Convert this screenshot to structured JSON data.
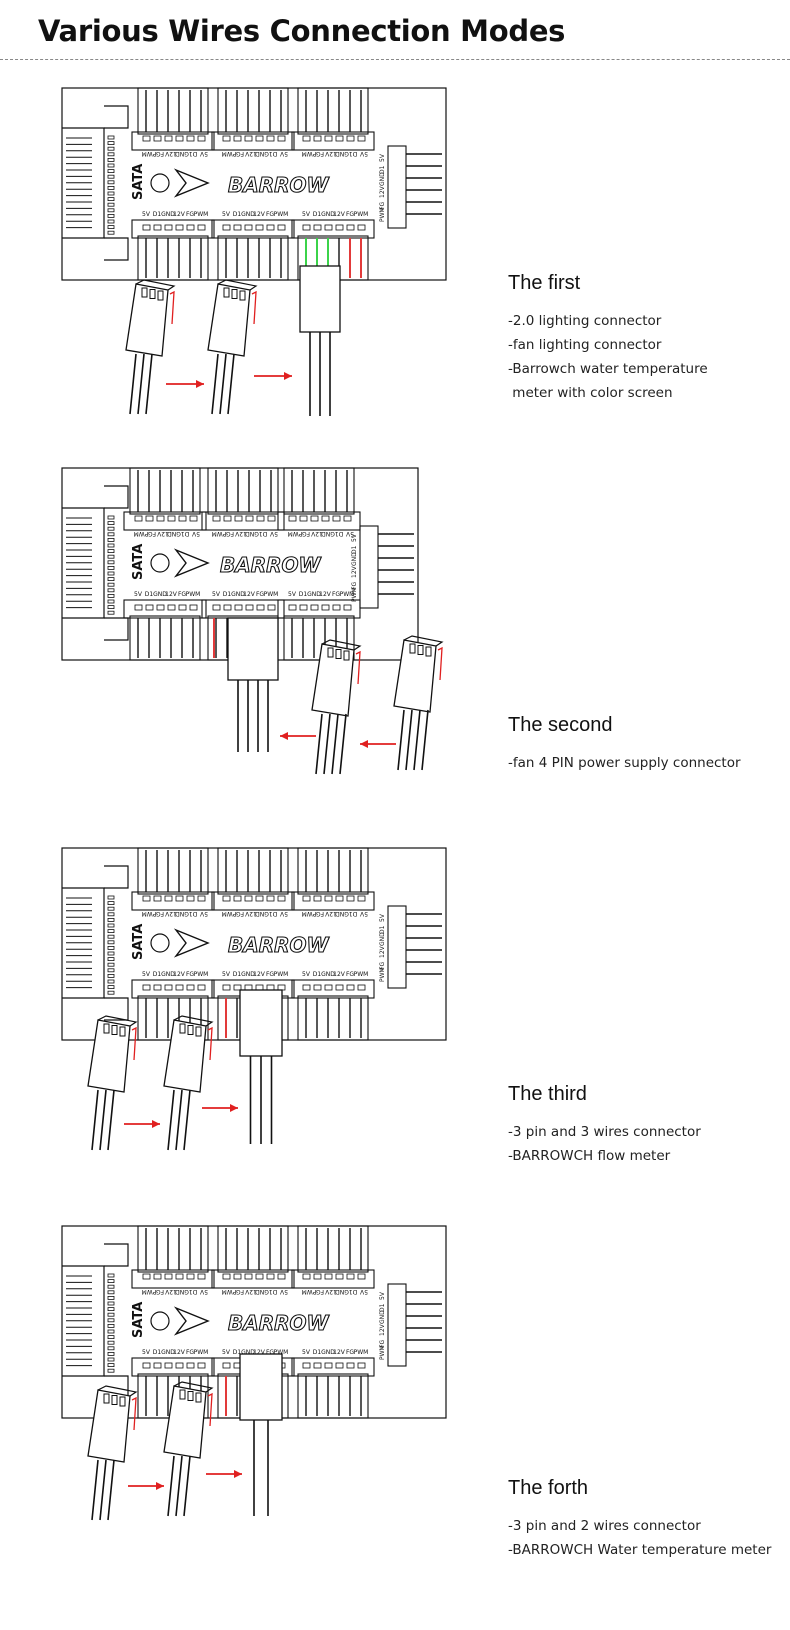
{
  "page": {
    "title": "Various Wires Connection Modes"
  },
  "board": {
    "sata_label": "SATA",
    "brand_label": "BARROW",
    "pin_labels": [
      "5V",
      "D1",
      "GND",
      "12V",
      "FG",
      "PWM"
    ]
  },
  "sections": [
    {
      "title": "The first",
      "lines": [
        "-2.0 lighting connector",
        "-fan lighting connector",
        "-Barrowch water temperature",
        " meter with color screen"
      ]
    },
    {
      "title": "The second",
      "lines": [
        "-fan 4 PIN power supply connector"
      ]
    },
    {
      "title": "The third",
      "lines": [
        "-3 pin and 3 wires connector",
        "-BARROWCH flow meter"
      ]
    },
    {
      "title": "The forth",
      "lines": [
        "-3 pin and 2 wires connector",
        "-BARROWCH Water temperature meter"
      ]
    }
  ],
  "colors": {
    "line": "#111111",
    "arrow": "#e02020",
    "green_pin": "#3bd34a",
    "red_pin": "#e23a3a"
  }
}
